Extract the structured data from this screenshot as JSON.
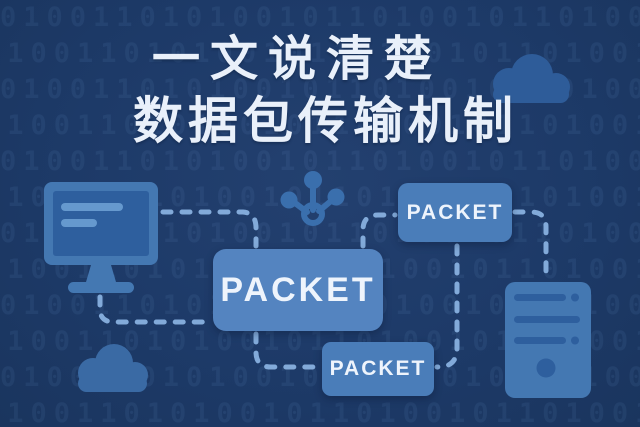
{
  "header": {
    "line1": "一文说清楚",
    "line2": "数据包传输机制"
  },
  "packets": {
    "top_right": "PACKET",
    "center": "PACKET",
    "bottom": "PACKET"
  },
  "icons": [
    "monitor-icon",
    "network-hub-icon",
    "server-icon",
    "cloud-icon-top-right",
    "cloud-icon-bottom-left"
  ],
  "background": {
    "pattern_row": "0100110101001011010010110100101101001101010010"
  },
  "colors": {
    "bg": "#1d3a68",
    "bg_light": "#23406f",
    "bg_dark": "#1a355e",
    "box_fill": "#4a7db9",
    "box_fill_center": "#5484c0",
    "box_text": "#eef4fc",
    "title_color": "#e9f0fa",
    "icon_mid": "#4478b2",
    "icon_dark": "#2e5f9e",
    "icon_light": "#6699ce",
    "hub": "#3a6fad",
    "cloud_a": "#2e5c99",
    "cloud_b": "#3a6aa4",
    "dash": "#82aad9",
    "binary": "#6f9ad0"
  }
}
